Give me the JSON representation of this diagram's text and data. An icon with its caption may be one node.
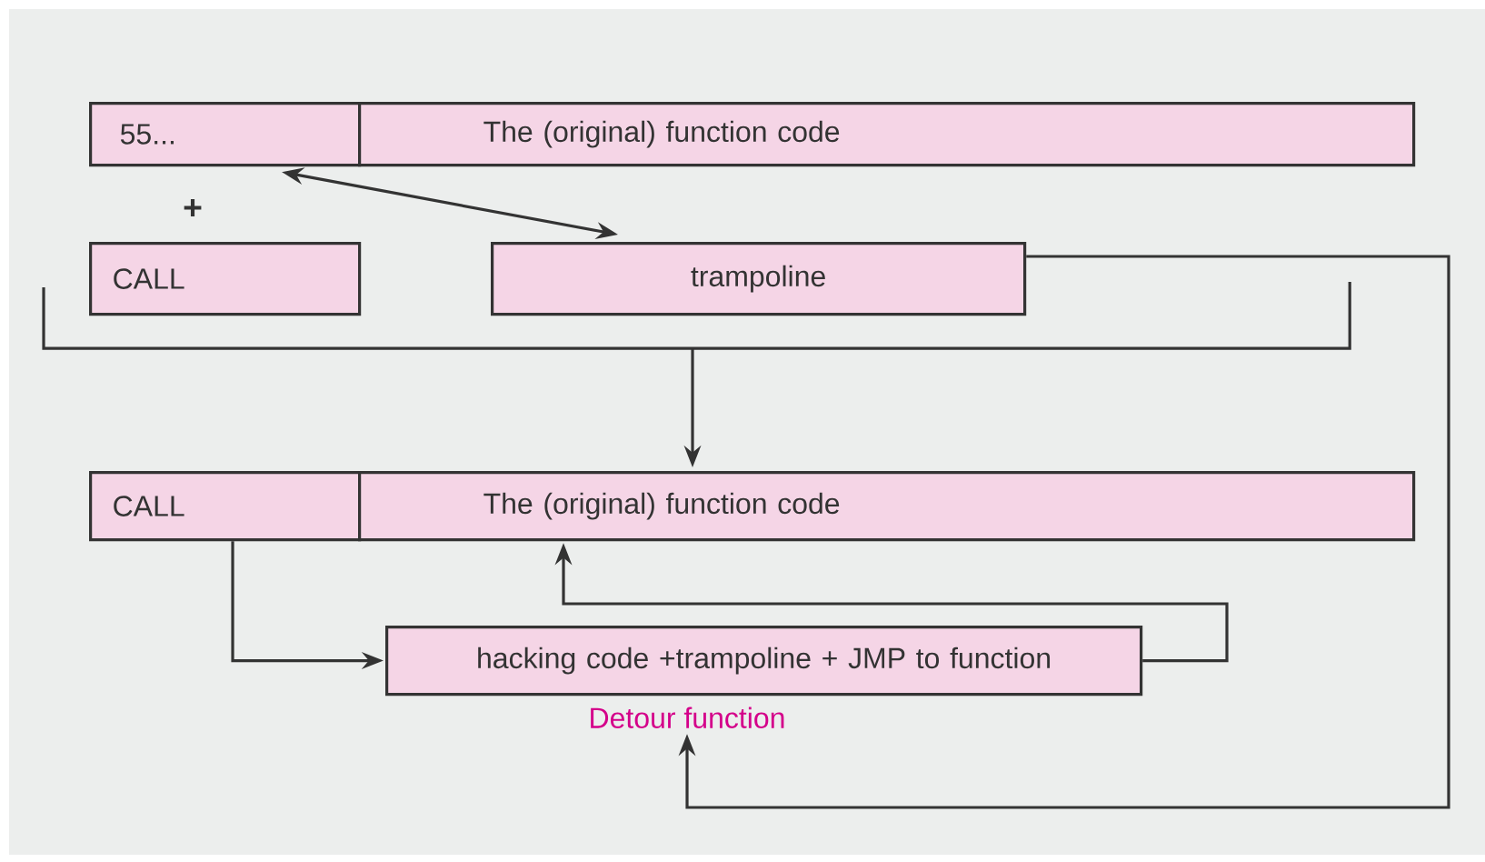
{
  "diagram": {
    "nodes": [
      {
        "text": [
          "55..."
        ]
      },
      {
        "text": [
          "The (original) function code"
        ]
      },
      {
        "text": [
          "CALL"
        ]
      },
      {
        "text": [
          "trampoline"
        ]
      },
      {
        "text": [
          "CALL"
        ]
      },
      {
        "text": [
          "The (original) function code"
        ]
      },
      {
        "text": [
          "hacking code +trampoline + JMP to function"
        ],
        "beside": [
          "Detour function"
        ]
      },
      {
        "text": [],
        "shape": "bracket"
      }
    ],
    "edges": [
      {
        "from": 0,
        "to": 3,
        "arrow": "both"
      },
      {
        "from": 7,
        "to": 5,
        "arrow": "to"
      },
      {
        "from": 4,
        "to": 6,
        "arrow": "to"
      },
      {
        "from": 6,
        "to": 5,
        "arrow": "to"
      },
      {
        "from": 3,
        "to": 6,
        "arrow": "to"
      }
    ],
    "labels": [
      "+"
    ]
  }
}
